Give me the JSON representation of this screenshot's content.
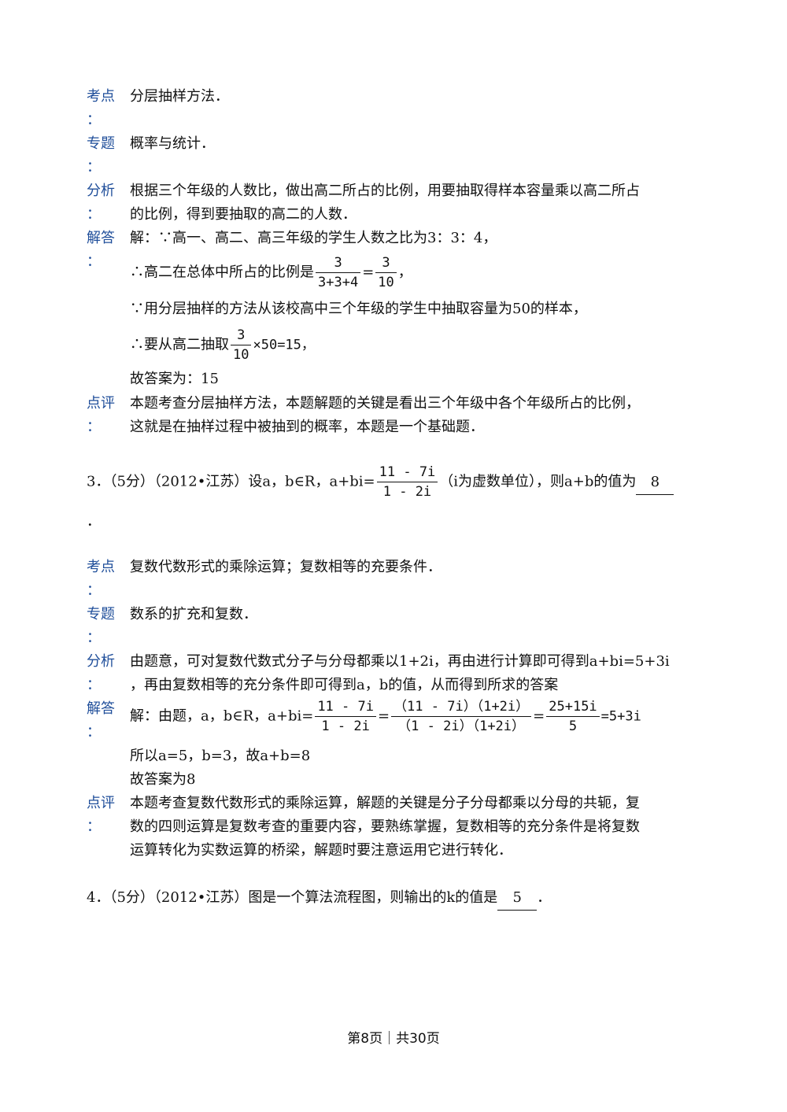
{
  "labels": {
    "kaodian": "考点",
    "zhuanti": "专题",
    "fenxi": "分析",
    "jieda": "解答",
    "dianping": "点评",
    "colon": "："
  },
  "q2": {
    "kaodian": "分层抽样方法．",
    "zhuanti": "概率与统计．",
    "fenxi_line1": "根据三个年级的人数比，做出高二所占的比例，用要抽取得样本容量乘以高二所占",
    "fenxi_line2": "的比例，得到要抽取的高二的人数．",
    "jieda_line1": "解：∵高一、高二、高三年级的学生人数之比为3：3：4，",
    "jieda_line2_prefix": "∴高二在总体中所占的比例是",
    "frac1_num": "3",
    "frac1_den": "3+3+4",
    "eq": "=",
    "frac2_num": "3",
    "frac2_den": "10",
    "jieda_line2_suffix": "，",
    "jieda_line3": "∵用分层抽样的方法从该校高中三个年级的学生中抽取容量为50的样本，",
    "jieda_line4_prefix": "∴要从高二抽取",
    "frac3_num": "3",
    "frac3_den": "10",
    "jieda_line4_suffix": "×50=15，",
    "jieda_line5": "故答案为：15",
    "dianping_line1": "本题考查分层抽样方法，本题解题的关键是看出三个年级中各个年级所占的比例，",
    "dianping_line2": "这就是在抽样过程中被抽到的概率，本题是一个基础题．"
  },
  "q3": {
    "stem_prefix": "3．（5分）（2012•江苏）设a，b∈R，a+bi=",
    "stem_frac_num": "11 - 7i",
    "stem_frac_den": "1 - 2i",
    "stem_suffix": "（i为虚数单位），则a+b的值为",
    "answer": "8",
    "stem_end": "．",
    "kaodian": "复数代数形式的乘除运算；复数相等的充要条件．",
    "zhuanti": "数系的扩充和复数．",
    "fenxi_line1": "由题意，可对复数代数式分子与分母都乘以1+2i，再由进行计算即可得到a+bi=5+3i",
    "fenxi_line2": "，再由复数相等的充分条件即可得到a，b的值，从而得到所求的答案",
    "jieda_prefix": "解：由题，a，b∈R，a+bi=",
    "jf1_num": "11 - 7i",
    "jf1_den": "1 - 2i",
    "jf2_num": "（11 - 7i）（1+2i）",
    "jf2_den": "（1 - 2i）（1+2i）",
    "jf3_num": "25+15i",
    "jf3_den": "5",
    "jieda_suffix": "=5+3i",
    "jieda_line2": "所以a=5，b=3，故a+b=8",
    "jieda_line3": "故答案为8",
    "dianping_line1": "本题考查复数代数形式的乘除运算，解题的关键是分子分母都乘以分母的共轭，复",
    "dianping_line2": "数的四则运算是复数考查的重要内容，要熟练掌握，复数相等的充分条件是将复数",
    "dianping_line3": "运算转化为实数运算的桥梁，解题时要注意运用它进行转化．"
  },
  "q4": {
    "stem_prefix": "4．（5分）（2012•江苏）图是一个算法流程图，则输出的k的值是",
    "answer": "5",
    "stem_end": "．"
  },
  "footer": "第8页｜共30页"
}
